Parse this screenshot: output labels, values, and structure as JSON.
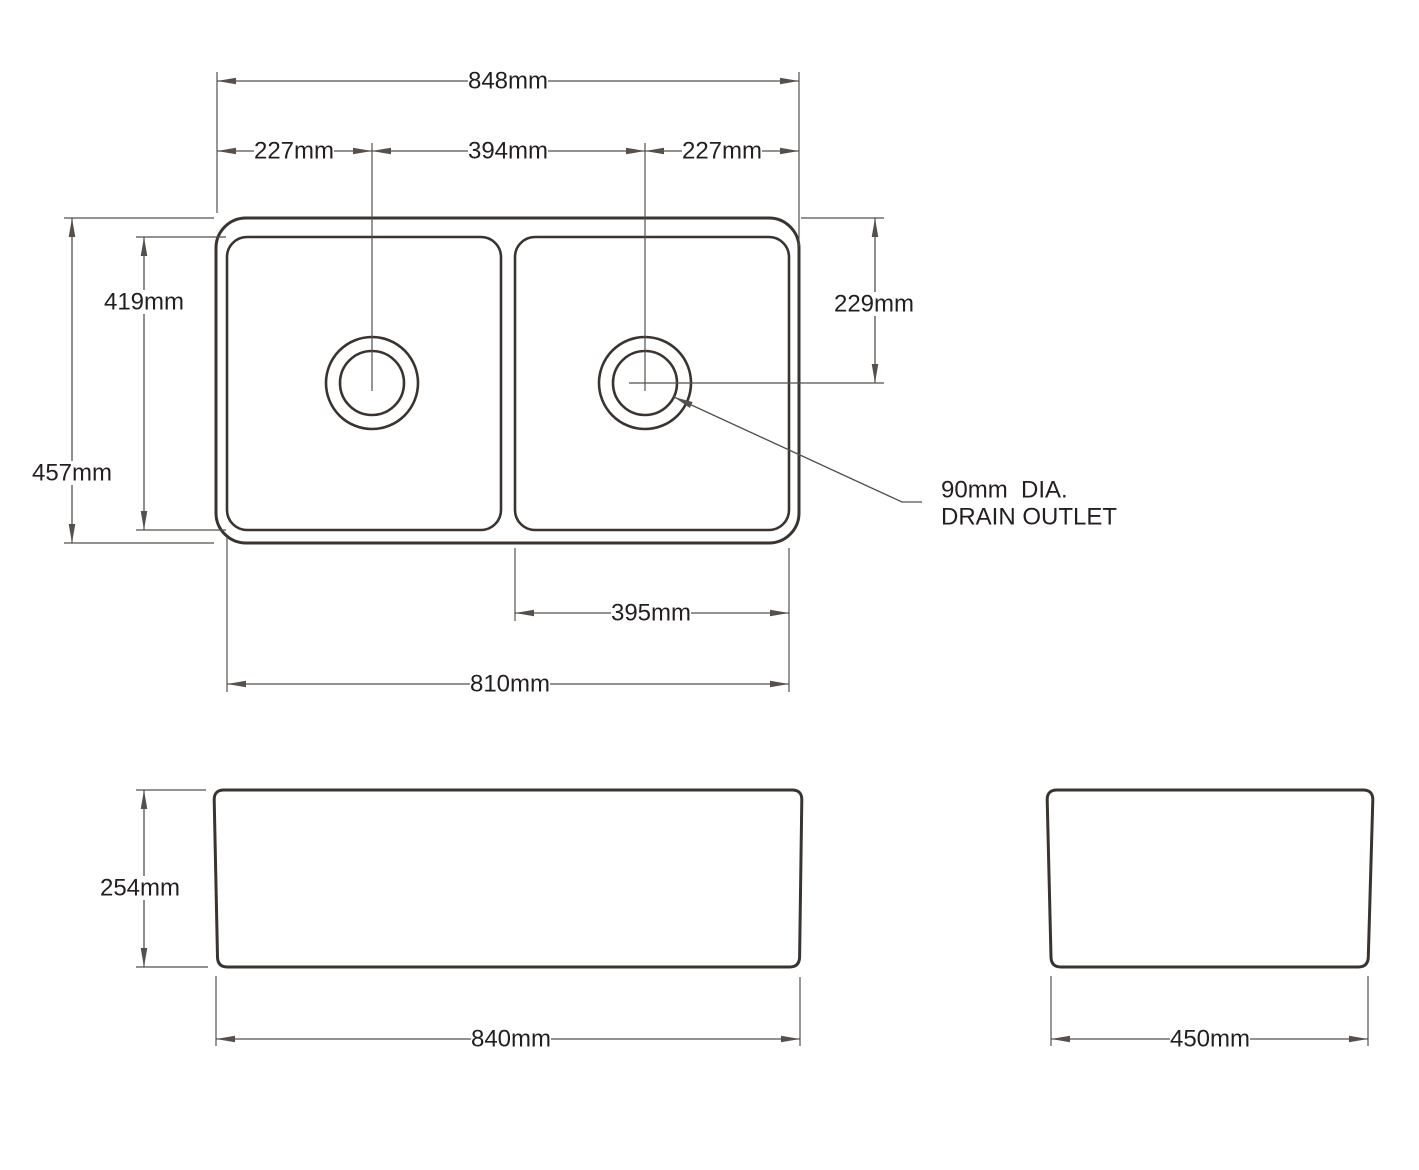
{
  "views": {
    "top": {
      "dimensions": {
        "overall_width": "848mm",
        "left_edge_to_left_drain": "227mm",
        "drain_to_drain": "394mm",
        "right_drain_to_right_edge": "227mm",
        "bowl_front_to_back": "419mm",
        "overall_front_to_back": "457mm",
        "back_edge_to_drain_center": "229mm",
        "right_bowl_width": "395mm",
        "bowls_overall_width": "810mm"
      },
      "drain_note": {
        "line1": "90mm  DIA.",
        "line2": "DRAIN OUTLET"
      }
    },
    "front": {
      "dimensions": {
        "height": "254mm",
        "width": "840mm"
      }
    },
    "side": {
      "dimensions": {
        "width": "450mm"
      }
    }
  },
  "colors": {
    "outline": "#3a3430",
    "dimension_lines": "#55504c",
    "text": "#231f1f",
    "background": "#ffffff"
  }
}
